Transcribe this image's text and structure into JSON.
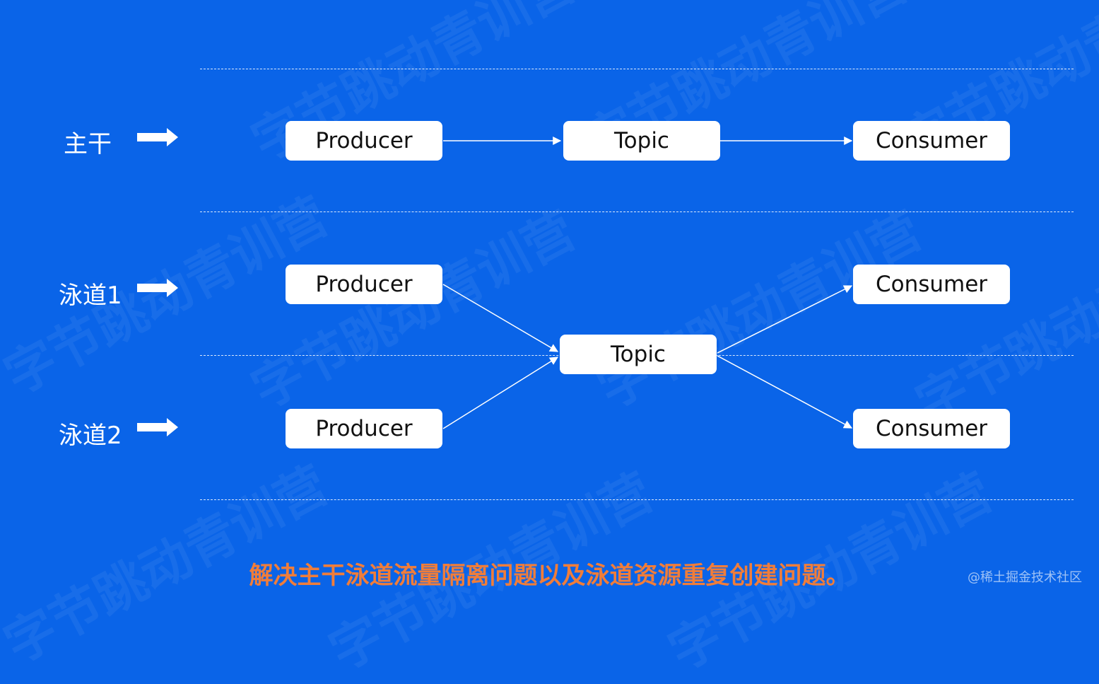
{
  "lanes": {
    "trunk": {
      "label": "主干"
    },
    "lane1": {
      "label": "泳道1"
    },
    "lane2": {
      "label": "泳道2"
    }
  },
  "nodes": {
    "trunk_producer": "Producer",
    "trunk_topic": "Topic",
    "trunk_consumer": "Consumer",
    "lane1_producer": "Producer",
    "lane2_producer": "Producer",
    "shared_topic": "Topic",
    "lane1_consumer": "Consumer",
    "lane2_consumer": "Consumer"
  },
  "caption": "解决主干泳道流量隔离问题以及泳道资源重复创建问题。",
  "credit": "@稀土掘金技术社区",
  "watermark": "字节跳动青训营",
  "colors": {
    "background": "#0a64e8",
    "box": "#ffffff",
    "caption": "#f07d3a"
  }
}
